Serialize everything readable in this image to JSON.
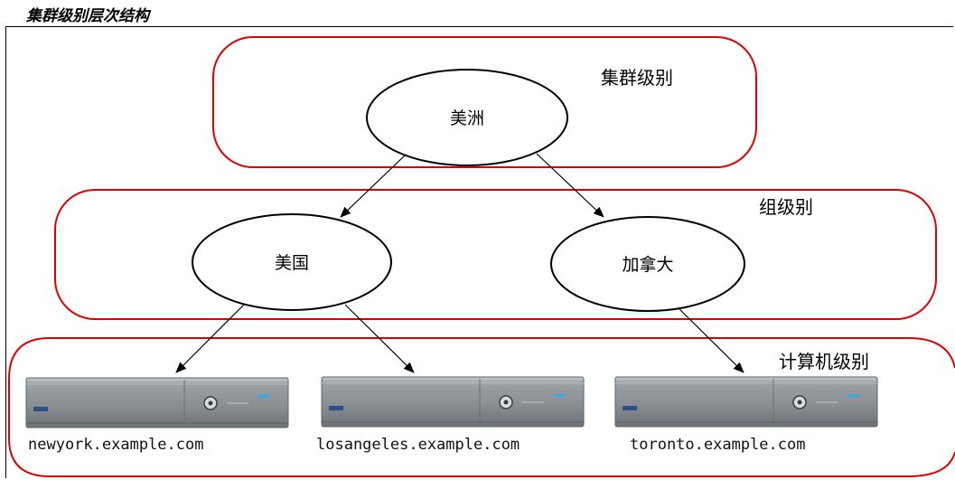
{
  "title": "集群级别层次结构",
  "levels": {
    "cluster": "集群级别",
    "group": "组级别",
    "machine": "计算机级别"
  },
  "nodes": {
    "root": "美洲",
    "usa": "美国",
    "canada": "加拿大"
  },
  "hosts": [
    "newyork.example.com",
    "losangeles.example.com",
    "toronto.example.com"
  ],
  "colors": {
    "level_border": "#e00000",
    "server_body": "#8f9498",
    "server_led": "#39a8e8"
  }
}
